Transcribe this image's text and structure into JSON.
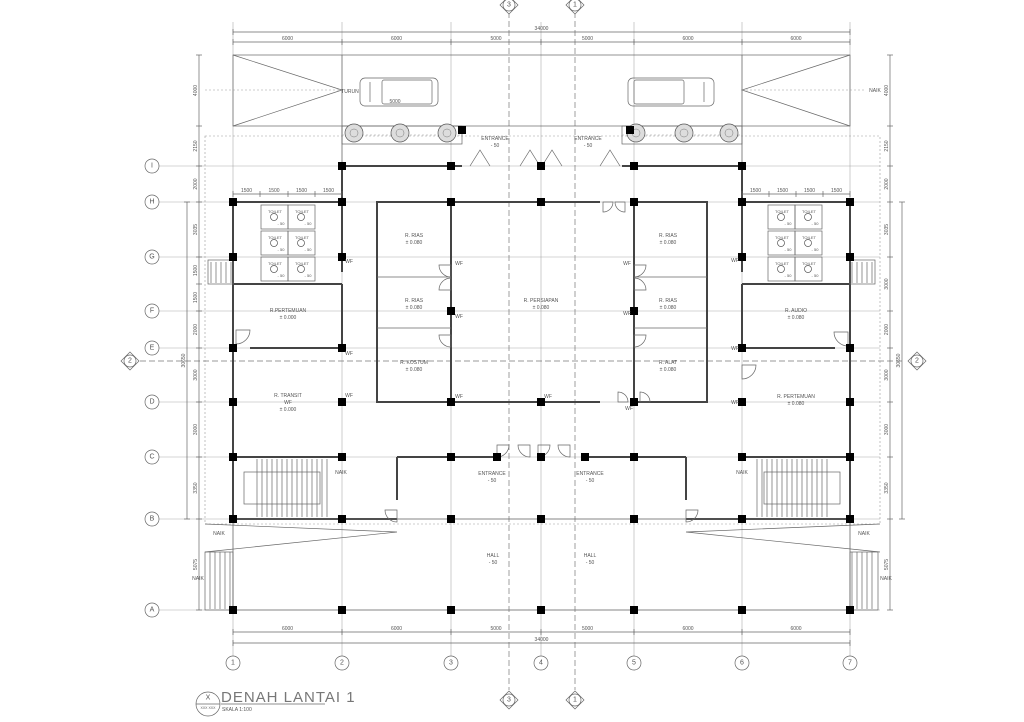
{
  "title": {
    "text": "DENAH  LANTAI 1",
    "scale": "SKALA 1:100",
    "symbol": "X",
    "symbol_sub": "XXX XXX"
  },
  "grid": {
    "columns": [
      "1",
      "2",
      "3",
      "4",
      "5",
      "6",
      "7"
    ],
    "rows": [
      "I",
      "H",
      "G",
      "F",
      "E",
      "D",
      "C",
      "B",
      "A"
    ]
  },
  "sections": {
    "a": "3",
    "b": "1",
    "c": "2"
  },
  "dimensions": {
    "top_total": "34000",
    "top": [
      "6000",
      "6000",
      "5000",
      "5000",
      "6000",
      "6000"
    ],
    "bottom": [
      "6000",
      "6000",
      "5000",
      "5000",
      "6000",
      "6000"
    ],
    "bottom_total": "34000",
    "left": [
      "4000",
      "2150",
      "2000",
      "3035",
      "1500",
      "1500",
      "2000",
      "3000",
      "3000",
      "3350",
      "5075"
    ],
    "left_total": "30650",
    "right": [
      "4000",
      "2150",
      "2000",
      "3035",
      "3000",
      "2000",
      "3000",
      "3000",
      "3350",
      "5075"
    ],
    "right_total": "30650",
    "toilet_left": [
      "1500",
      "1500",
      "1500",
      "1500"
    ],
    "toilet_right": [
      "1500",
      "1500",
      "1500",
      "1500"
    ]
  },
  "rooms": {
    "pertemuan_left": {
      "name": "R.PERTEMUAN",
      "level": "± 0.000"
    },
    "transit": {
      "name": "R. TRANSIT",
      "sub": "WF",
      "level": "± 0.000"
    },
    "rias_1": {
      "name": "R. RIAS",
      "level": "± 0.080"
    },
    "rias_2": {
      "name": "R. RIAS",
      "level": "± 0.080"
    },
    "kostum": {
      "name": "R. KOSTUM",
      "level": "± 0.080"
    },
    "persiapan": {
      "name": "R. PERSIAPAN",
      "level": "± 0.080"
    },
    "rias_3": {
      "name": "R. RIAS",
      "level": "± 0.080"
    },
    "rias_4": {
      "name": "R. RIAS",
      "level": "± 0.080"
    },
    "alat": {
      "name": "R. ALAT",
      "level": "± 0.080"
    },
    "audio": {
      "name": "R. AUDIO",
      "level": "± 0.080"
    },
    "pertemuan_right": {
      "name": "R. PERTEMUAN",
      "level": "± 0.080"
    },
    "entrance_top_1": {
      "name": "ENTRANCE",
      "level": "- 50"
    },
    "entrance_top_2": {
      "name": "ENTRANCE",
      "level": "- 50"
    },
    "entrance_mid_1": {
      "name": "ENTRANCE",
      "level": "- 50"
    },
    "entrance_mid_2": {
      "name": "ENTRANCE",
      "level": "- 50"
    },
    "hall_1": {
      "name": "HALL",
      "level": "- 50"
    },
    "hall_2": {
      "name": "HALL",
      "level": "- 50"
    },
    "toilet": {
      "name": "TOILET",
      "level": "- 50"
    }
  },
  "annotations": {
    "naik": "NAIK",
    "turun": "TURUN",
    "wf": "WF",
    "car_dim": "5000"
  }
}
